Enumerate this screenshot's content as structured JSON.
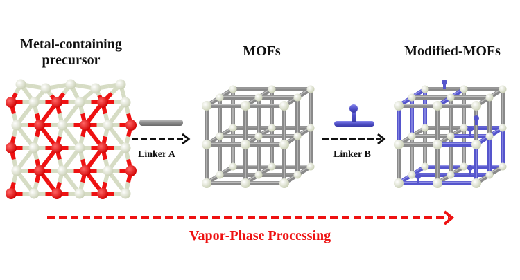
{
  "figure": {
    "stages": [
      {
        "title_line1": "Metal-containing",
        "title_line2": "precursor",
        "structure": "metal-oxide-precursor-lattice"
      },
      {
        "title": "MOFs",
        "structure": "mof-cubic-framework"
      },
      {
        "title": "Modified-MOFs",
        "structure": "modified-mof-framework"
      }
    ],
    "steps": [
      {
        "label": "Linker A",
        "icon": "linker-a-rod-icon"
      },
      {
        "label": "Linker B",
        "icon": "linker-b-t-shaped-icon"
      }
    ],
    "process": {
      "label": "Vapor-Phase Processing",
      "arrow": "dashed-arrow-right"
    },
    "colors": {
      "metal_atom": "#ee1111",
      "node_atom": "#dfe3cf",
      "framework_rod": "#8a8a8a",
      "modifier": "#5555cc",
      "process_text": "#ee1111",
      "text": "#111111"
    }
  }
}
